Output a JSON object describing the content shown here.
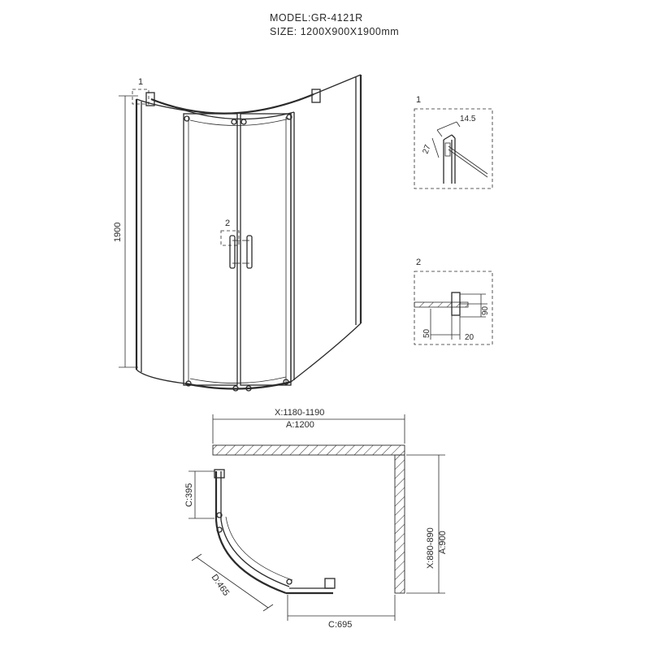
{
  "header": {
    "model_line": "MODEL:GR-4121R",
    "size_line": "SIZE: 1200X900X1900mm"
  },
  "front_view": {
    "height_dim": "1900",
    "callout_1": "1",
    "callout_2": "2"
  },
  "detail_1": {
    "title": "1",
    "dim_top": "14.5",
    "dim_side": "27"
  },
  "detail_2": {
    "title": "2",
    "dim_right": "90",
    "dim_left": "50",
    "dim_bottom": "20"
  },
  "plan_view": {
    "width_adjust": "X:1180-1190",
    "width_total": "A:1200",
    "depth_adjust": "X:880-890",
    "depth_total": "A:900",
    "dim_c_side": "C:395",
    "dim_d_arc": "D:465",
    "dim_c_bottom": "C:695"
  }
}
